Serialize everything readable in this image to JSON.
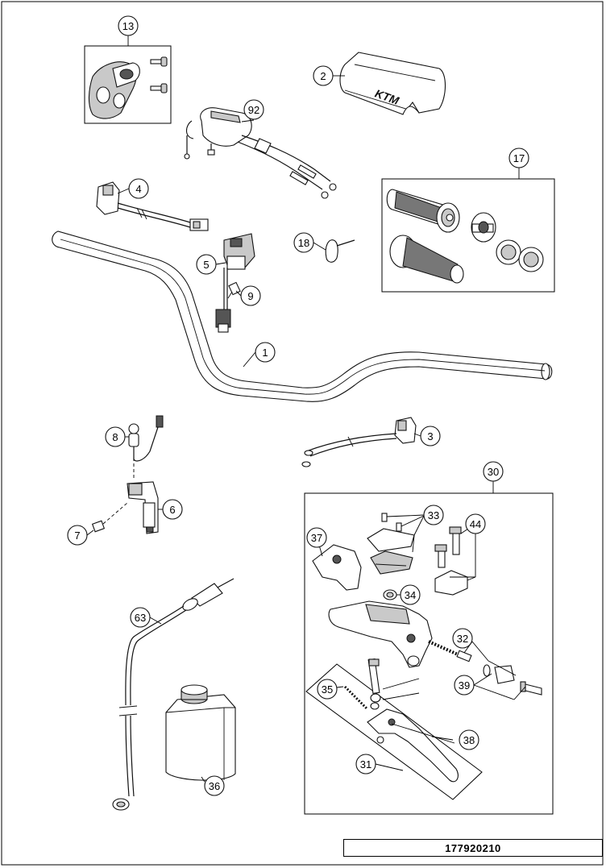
{
  "diagram": {
    "callouts": [
      {
        "id": "c1",
        "label": "1"
      },
      {
        "id": "c2",
        "label": "2"
      },
      {
        "id": "c3",
        "label": "3"
      },
      {
        "id": "c4",
        "label": "4"
      },
      {
        "id": "c5",
        "label": "5"
      },
      {
        "id": "c6",
        "label": "6"
      },
      {
        "id": "c7",
        "label": "7"
      },
      {
        "id": "c8",
        "label": "8"
      },
      {
        "id": "c9",
        "label": "9"
      },
      {
        "id": "c13",
        "label": "13"
      },
      {
        "id": "c17",
        "label": "17"
      },
      {
        "id": "c18",
        "label": "18"
      },
      {
        "id": "c30",
        "label": "30"
      },
      {
        "id": "c31",
        "label": "31"
      },
      {
        "id": "c32",
        "label": "32"
      },
      {
        "id": "c33",
        "label": "33"
      },
      {
        "id": "c34",
        "label": "34"
      },
      {
        "id": "c35",
        "label": "35"
      },
      {
        "id": "c36",
        "label": "36"
      },
      {
        "id": "c37",
        "label": "37"
      },
      {
        "id": "c38",
        "label": "38"
      },
      {
        "id": "c39",
        "label": "39"
      },
      {
        "id": "c44",
        "label": "44"
      },
      {
        "id": "c63",
        "label": "63"
      },
      {
        "id": "c92",
        "label": "92"
      }
    ],
    "pad_logo_text": "KTM",
    "drawing_number": "177920210"
  }
}
